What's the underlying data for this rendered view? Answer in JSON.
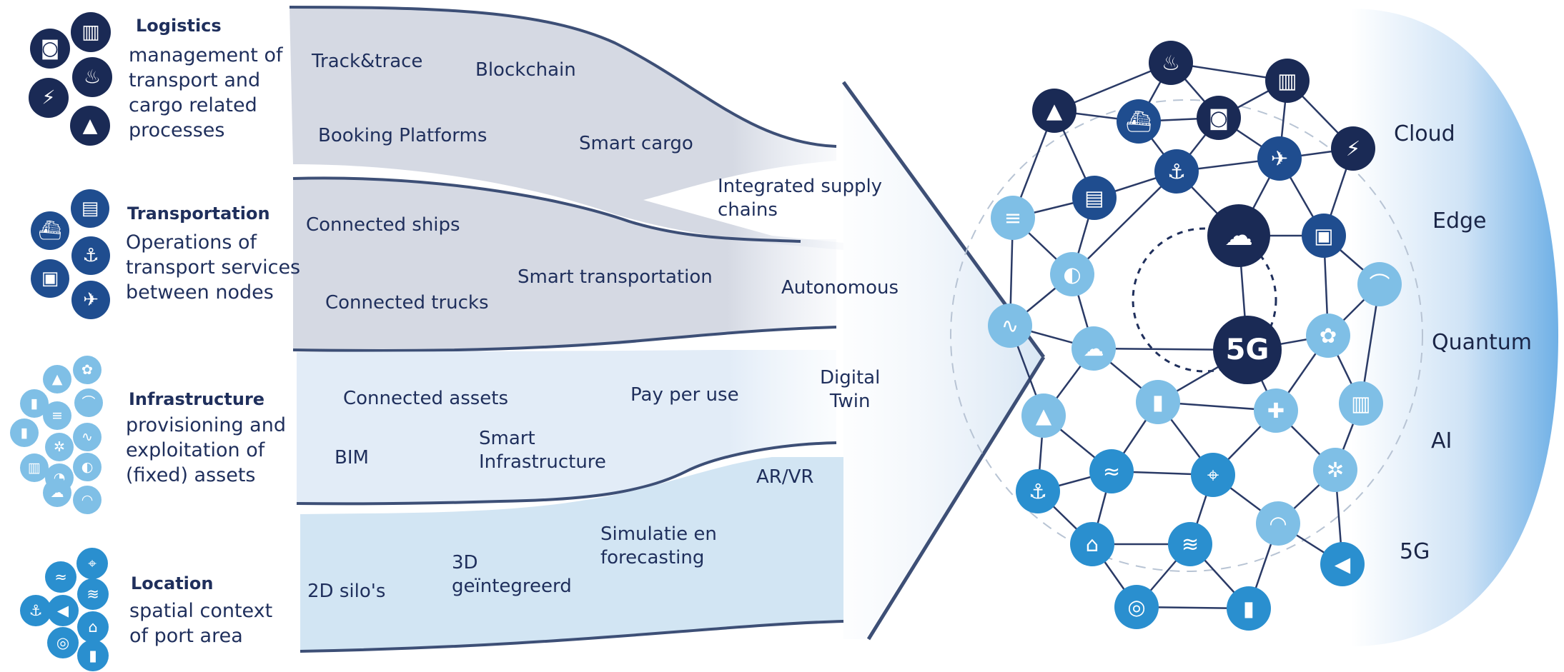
{
  "categories": [
    {
      "title": "Logistics",
      "desc": "management of\ntransport and\ncargo related\nprocesses"
    },
    {
      "title": "Transportation",
      "desc": "Operations of\ntransport services\nbetween nodes"
    },
    {
      "title": "Infrastructure",
      "desc": "provisioning and\nexploitation of\n(fixed) assets"
    },
    {
      "title": "Location",
      "desc": "spatial context\nof port area"
    }
  ],
  "streams": {
    "logistics": [
      "Track&trace",
      "Blockchain",
      "Booking Platforms",
      "Smart cargo",
      "Integrated supply\nchains"
    ],
    "transportation": [
      "Connected ships",
      "Smart transportation",
      "Connected trucks",
      "Autonomous"
    ],
    "infrastructure": [
      "Connected assets",
      "Pay per use",
      "Digital\nTwin",
      "BIM",
      "Smart\nInfrastructure",
      "AR/VR"
    ],
    "location": [
      "Simulatie en\nforecasting",
      "3D\ngeïntegreerd",
      "2D silo's"
    ]
  },
  "technologies": [
    "Cloud",
    "Edge",
    "Quantum",
    "AI",
    "5G"
  ],
  "hub": {
    "label": "5G"
  },
  "colors": {
    "navy": "#1f3a6e",
    "dark_navy": "#1a2a55",
    "blue": "#2a8fcf",
    "light_blue": "#7fbfe6",
    "stream_gray": "#d9dde6",
    "stream_light": "#e3eef8",
    "tech_gradient": "#7db8e8"
  }
}
